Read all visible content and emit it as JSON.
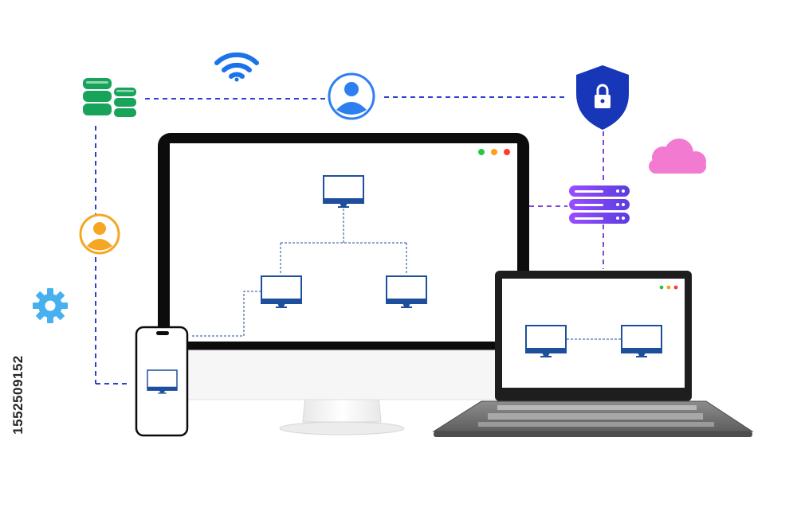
{
  "watermark": {
    "id_text": "1552509152"
  },
  "colors": {
    "network_blue": "#1e4f9c",
    "link_blue": "#2f3fd0",
    "link_purple": "#7f49d6",
    "wifi_blue": "#1a73e8",
    "database_green": "#17a35a",
    "user_blue": "#2d7ff0",
    "user_orange": "#f5a623",
    "gear_blue": "#47b0ee",
    "shield_blue": "#1736b8",
    "cloud_pink": "#f27ad1",
    "server_purple": "#7b3ff0",
    "device_frame": "#0c0c0c",
    "laptop_base": "#7d7d7d"
  },
  "icons": {
    "database": "database-icon",
    "wifi": "wifi-icon",
    "user_top": "user-circle-icon",
    "shield": "shield-lock-icon",
    "cloud": "cloud-icon",
    "server": "server-stack-icon",
    "user_left": "user-circle-icon",
    "settings": "gear-icon"
  },
  "window_controls": [
    "green",
    "orange",
    "red"
  ]
}
